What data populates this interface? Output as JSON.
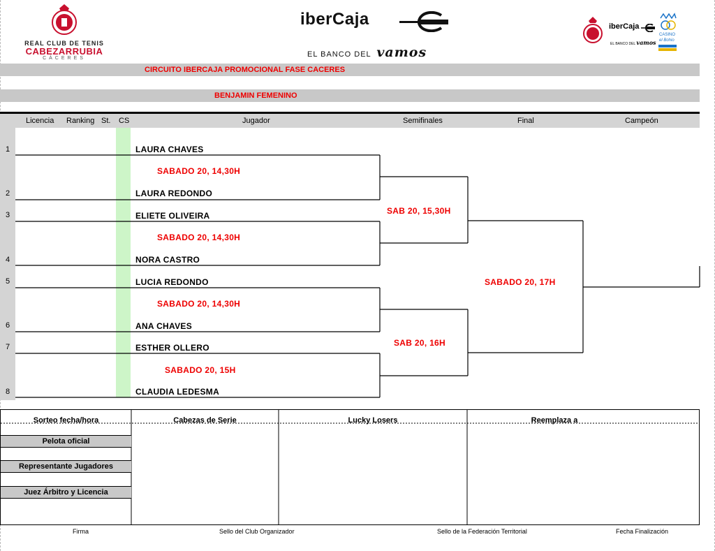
{
  "header": {
    "club": {
      "line1": "REAL CLUB DE TENIS",
      "line2": "CABEZARRUBIA",
      "line3": "CÁCERES"
    },
    "sponsor": {
      "name": "iberCaja",
      "tagline_prefix": "EL BANCO DEL",
      "tagline_word": "vamos"
    },
    "small_logos": {
      "name": "iberCaja",
      "tagline_prefix": "EL BANCO DEL",
      "tagline_word": "vamos",
      "casino_l1": "CASINO",
      "casino_l2": "el Bohio"
    }
  },
  "tournament": {
    "title": "CIRCUITO IBERCAJA PROMOCIONAL FASE CACERES",
    "category": "BENJAMIN FEMENINO"
  },
  "columns": {
    "licencia": "Licencia",
    "ranking": "Ranking",
    "st": "St.",
    "cs": "CS",
    "jugador": "Jugador",
    "semifinales": "Semifinales",
    "final": "Final",
    "campeon": "Campeón"
  },
  "players": [
    {
      "num": "1",
      "name": "LAURA CHAVES"
    },
    {
      "num": "2",
      "name": "LAURA REDONDO"
    },
    {
      "num": "3",
      "name": "ELIETE OLIVEIRA"
    },
    {
      "num": "4",
      "name": "NORA CASTRO"
    },
    {
      "num": "5",
      "name": "LUCIA REDONDO"
    },
    {
      "num": "6",
      "name": "ANA CHAVES"
    },
    {
      "num": "7",
      "name": "ESTHER OLLERO"
    },
    {
      "num": "8",
      "name": "CLAUDIA LEDESMA"
    }
  ],
  "schedule": {
    "r1": [
      "SABADO 20, 14,30H",
      "SABADO 20, 14,30H",
      "SABADO 20, 14,30H",
      "SABADO 20, 15H"
    ],
    "semis": [
      "SAB 20, 15,30H",
      "SAB 20, 16H"
    ],
    "final": "SABADO 20, 17H"
  },
  "footer": {
    "sorteo": "Sorteo fecha/hora",
    "cabezas": "Cabezas de Serie",
    "lucky": "Lucky Losers",
    "reemplaza": "Reemplaza a",
    "pelota": "Pelota oficial",
    "representante": "Representante Jugadores",
    "juez": "Juez Árbitro y Licencia",
    "firma": "Firma",
    "sello_club": "Sello del Club Organizador",
    "sello_fed": "Sello de la Federación Territorial",
    "fecha_fin": "Fecha Finalización"
  },
  "colors": {
    "accent_red": "#e00000",
    "band_gray": "#c8c8c8",
    "cs_green": "#cdf5c8"
  }
}
